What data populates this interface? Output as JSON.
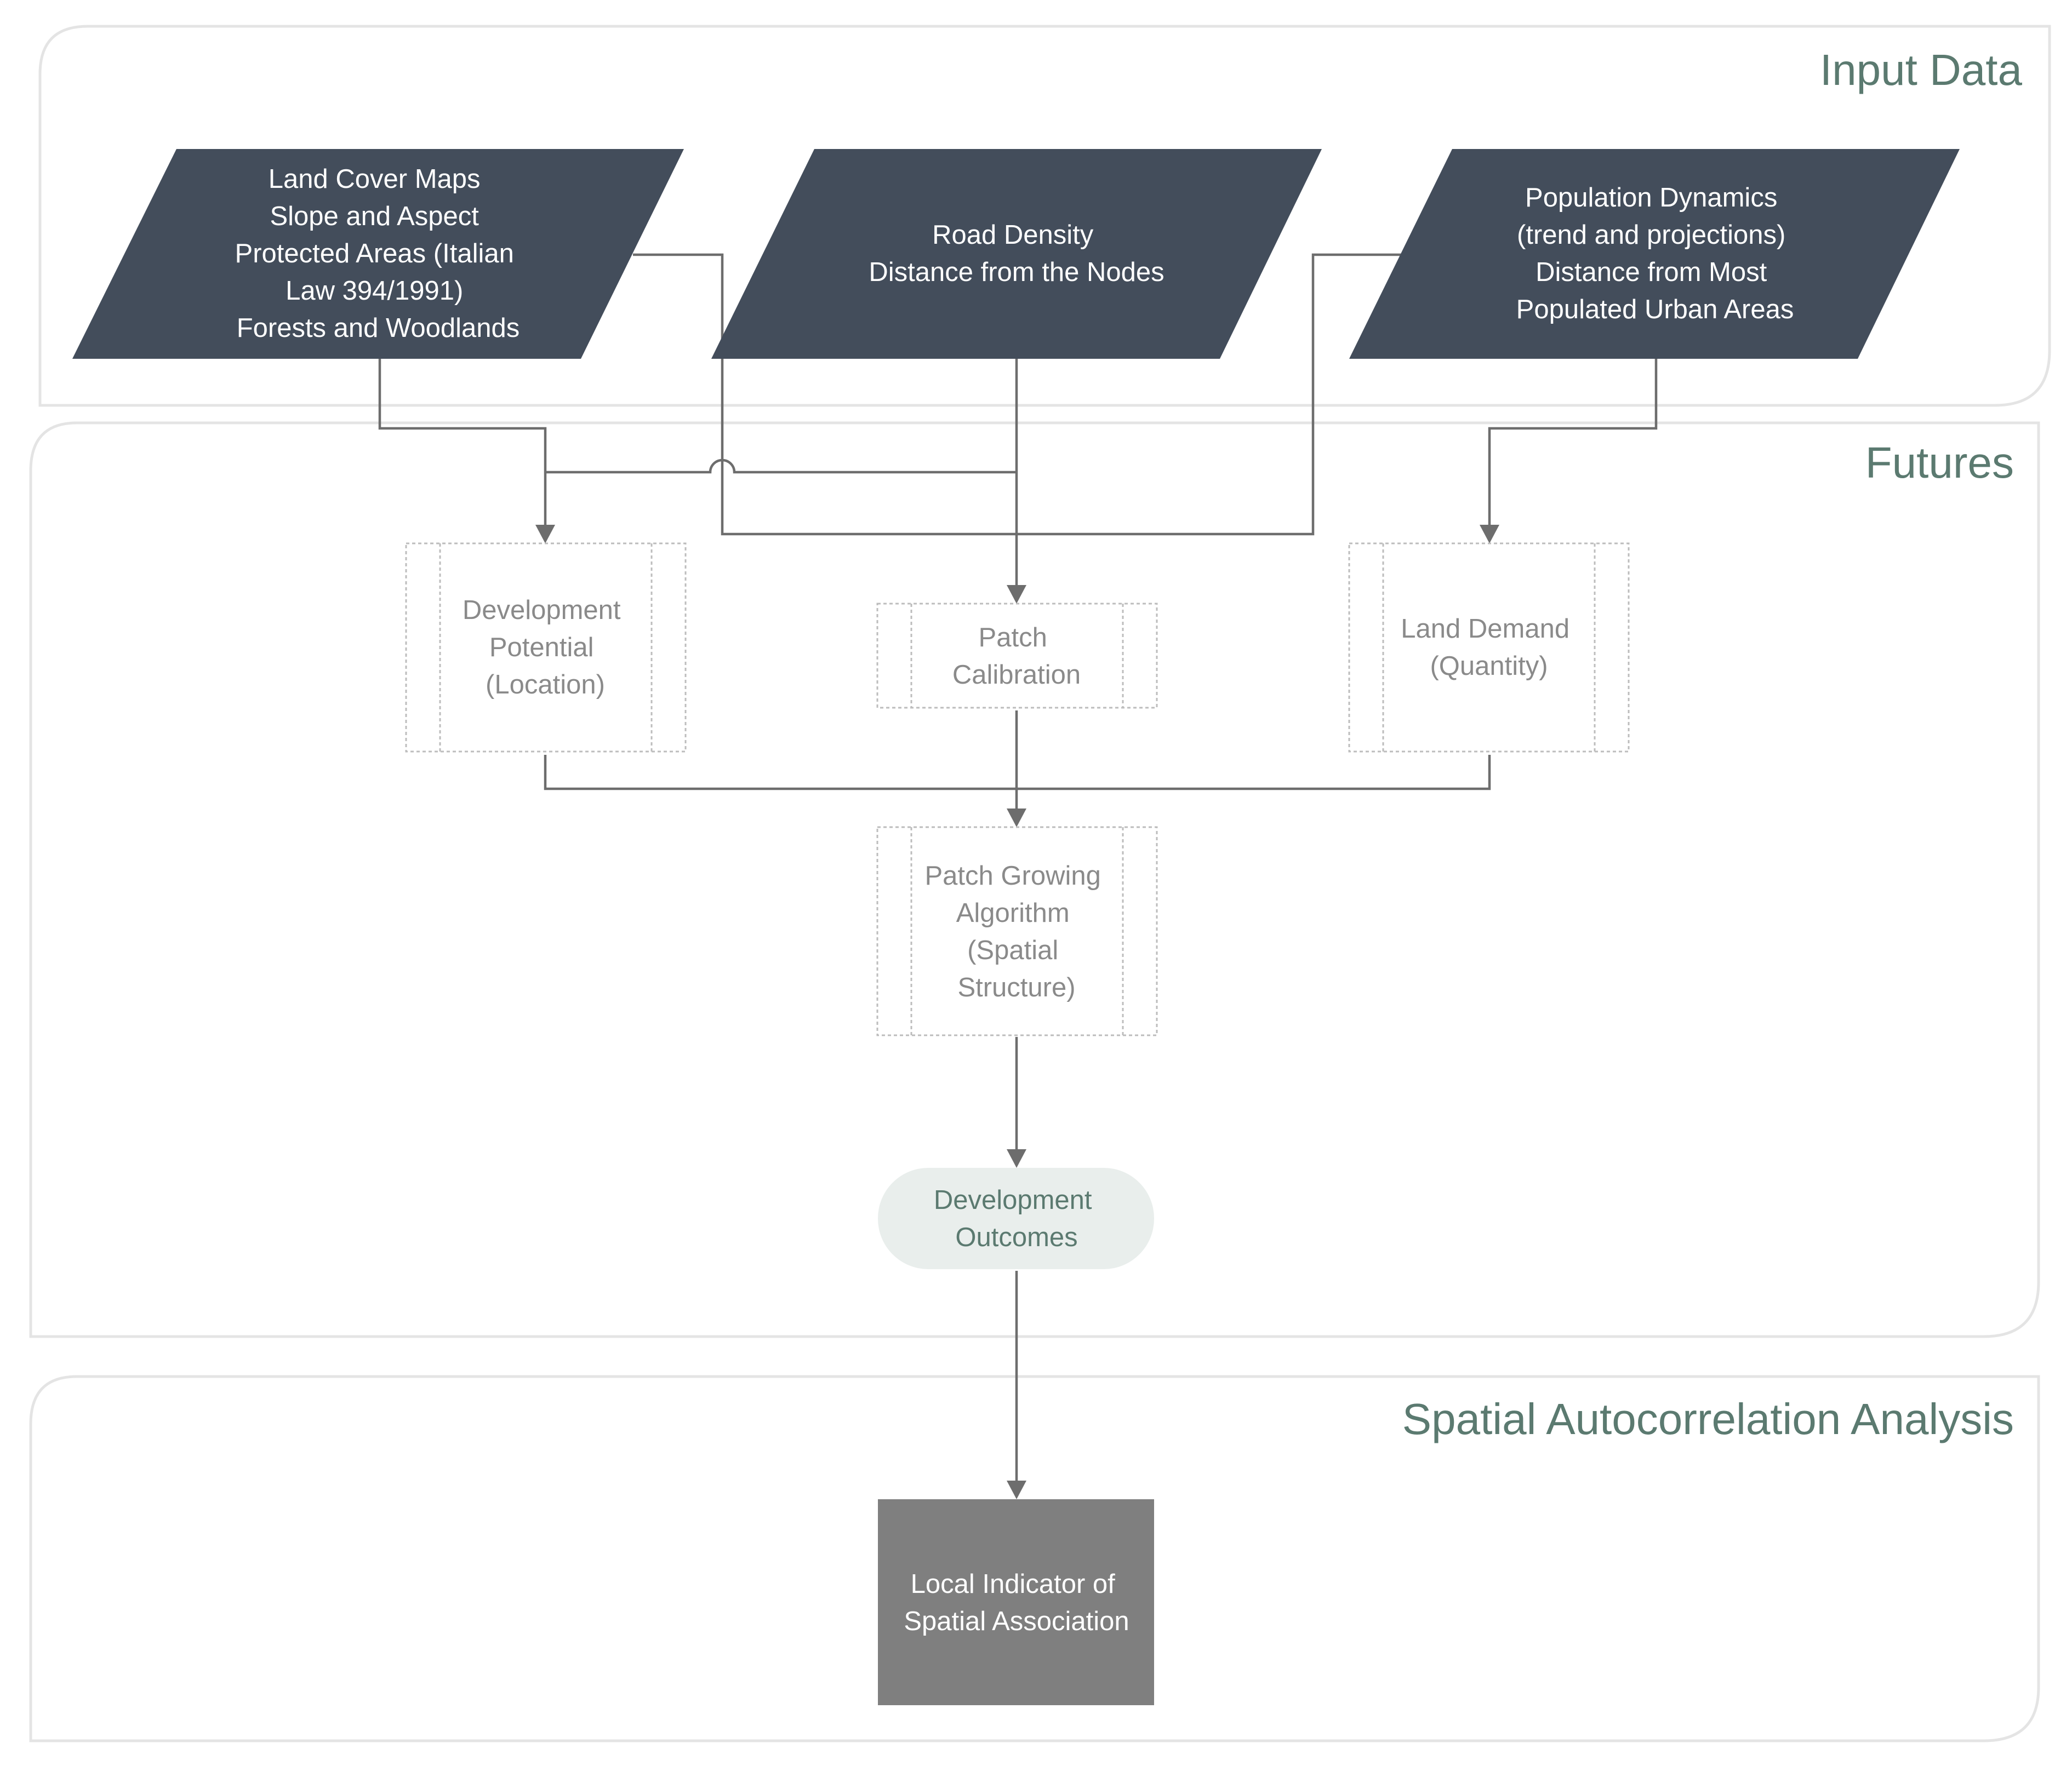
{
  "sections": {
    "input": "Input Data",
    "futures": "Futures",
    "spatial": "Spatial Autocorrelation Analysis"
  },
  "inputs": {
    "land": [
      "Land Cover Maps",
      "Slope and Aspect",
      "Protected Areas (Italian",
      "Law 394/1991)",
      "Forests and Woodlands"
    ],
    "road": [
      "Road Density",
      "Distance from the Nodes"
    ],
    "population": [
      "Population Dynamics",
      "(trend and projections)",
      "Distance from Most",
      "Populated Urban Areas"
    ]
  },
  "processes": {
    "development_potential": [
      "Development",
      "Potential",
      "(Location)"
    ],
    "patch_calibration": [
      "Patch",
      "Calibration"
    ],
    "land_demand": [
      "Land Demand",
      "(Quantity)"
    ],
    "patch_growing": [
      "Patch Growing",
      "Algorithm",
      "(Spatial",
      "Structure)"
    ]
  },
  "outcome": [
    "Development",
    "Outcomes"
  ],
  "lisa": [
    "Local Indicator of",
    "Spatial Association"
  ],
  "colors": {
    "input_fill": "#434d5b",
    "section_title": "#5b7a70",
    "process_text": "#8a8a8a",
    "outcome_fill": "#e9eeec",
    "lisa_fill": "#7f7f7f",
    "connector": "#6d6d6d"
  }
}
